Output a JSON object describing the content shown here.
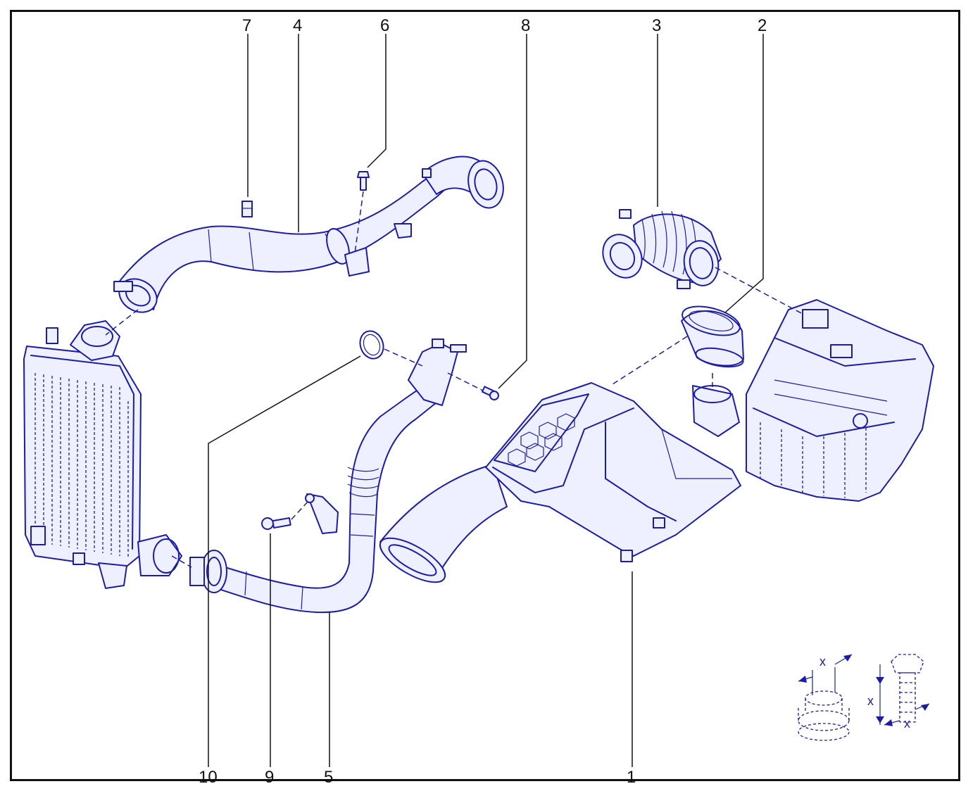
{
  "callouts": {
    "c1": "1",
    "c2": "2",
    "c3": "3",
    "c4": "4",
    "c5": "5",
    "c6": "6",
    "c7": "7",
    "c8": "8",
    "c9": "9",
    "c10": "10"
  },
  "legend": {
    "dim_label_1": "x",
    "dim_label_2": "x",
    "dim_label_3": "x"
  },
  "colors": {
    "line": "#1c1ca8",
    "fill": "#eef0ff",
    "frame": "#111111"
  }
}
